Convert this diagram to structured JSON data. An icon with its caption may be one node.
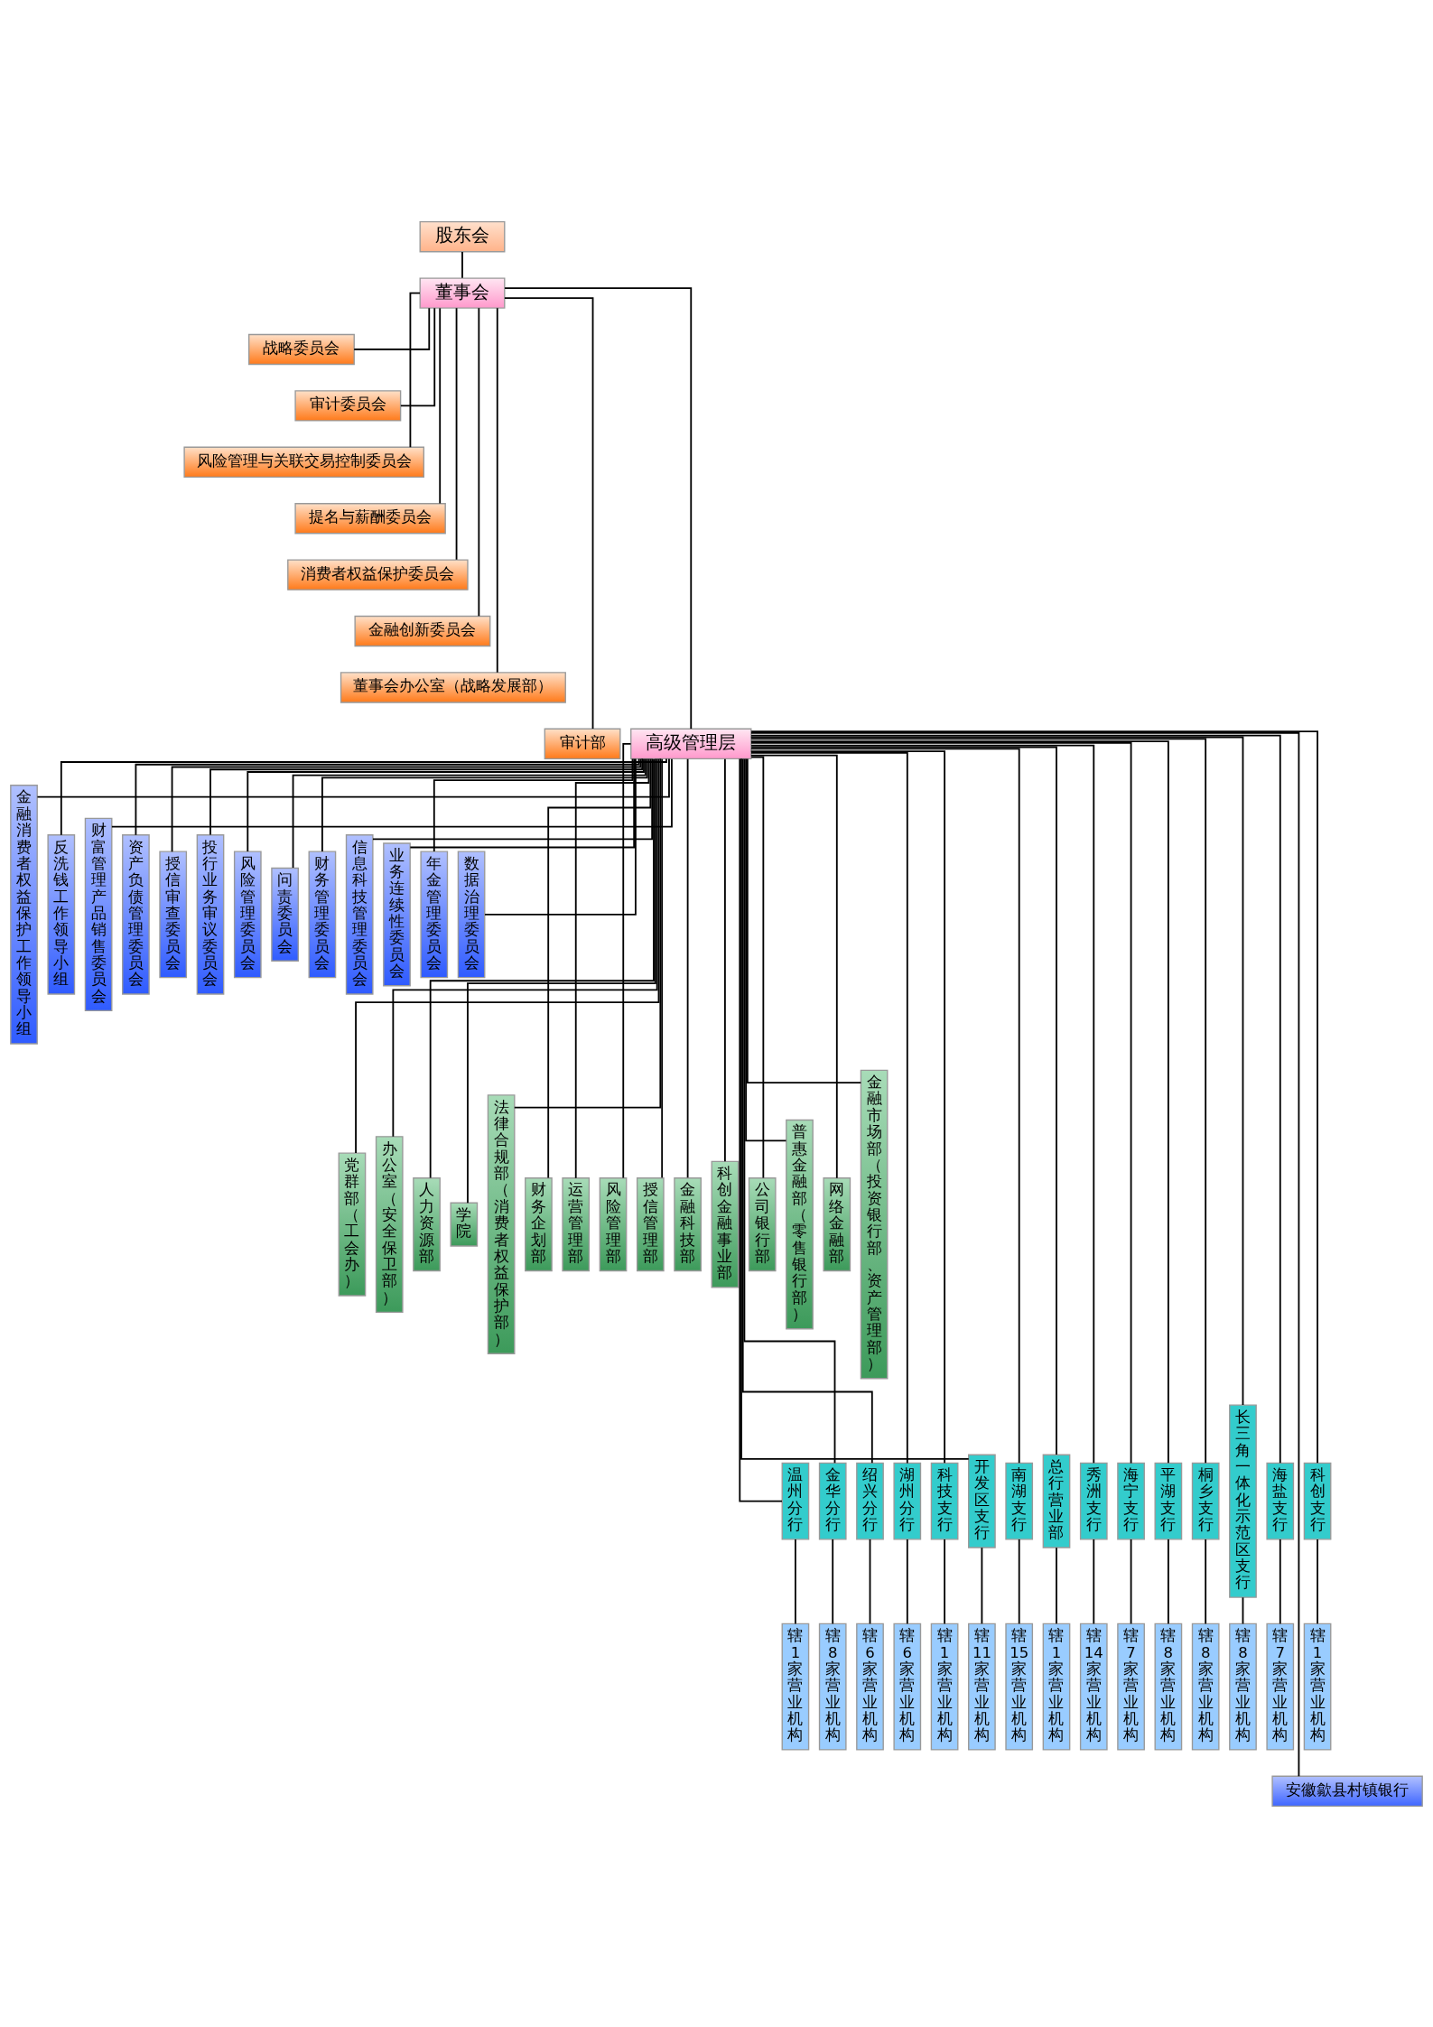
{
  "diagram": {
    "nodes": [
      {
        "text": [
          "股东会"
        ]
      },
      {
        "text": [
          "董事会"
        ]
      },
      {
        "text": [
          "战略委员会"
        ]
      },
      {
        "text": [
          "审计委员会"
        ]
      },
      {
        "text": [
          "风险管理与关联交易控制委员会"
        ]
      },
      {
        "text": [
          "提名与薪酬委员会"
        ]
      },
      {
        "text": [
          "消费者权益保护委员会"
        ]
      },
      {
        "text": [
          "金融创新委员会"
        ]
      },
      {
        "text": [
          "董事会办公室（战略发展部）"
        ]
      },
      {
        "text": [
          "审计部"
        ]
      },
      {
        "text": [
          "高级管理层"
        ]
      },
      {
        "text": [
          "金融消费者权益保护工作领导小组"
        ]
      },
      {
        "text": [
          "反洗钱工作领导小组"
        ]
      },
      {
        "text": [
          "财富管理产品销售委员会"
        ]
      },
      {
        "text": [
          "资产负债管理委员会"
        ]
      },
      {
        "text": [
          "授信审查委员会"
        ]
      },
      {
        "text": [
          "投行业务审议委员会"
        ]
      },
      {
        "text": [
          "风险管理委员会"
        ]
      },
      {
        "text": [
          "问责委员会"
        ]
      },
      {
        "text": [
          "财务管理委员会"
        ]
      },
      {
        "text": [
          "信息科技管理委员会"
        ]
      },
      {
        "text": [
          "业务连续性委员会"
        ]
      },
      {
        "text": [
          "年金管理委员会"
        ]
      },
      {
        "text": [
          "数据治理委员会"
        ]
      },
      {
        "text": [
          "党群部（工会办）"
        ]
      },
      {
        "text": [
          "办公室（安全保卫部）"
        ]
      },
      {
        "text": [
          "人力资源部"
        ]
      },
      {
        "text": [
          "学院"
        ]
      },
      {
        "text": [
          "法律合规部（消费者权益保护部）"
        ]
      },
      {
        "text": [
          "财务企划部"
        ]
      },
      {
        "text": [
          "运营管理部"
        ]
      },
      {
        "text": [
          "风险管理部"
        ]
      },
      {
        "text": [
          "授信管理部"
        ]
      },
      {
        "text": [
          "金融科技部"
        ]
      },
      {
        "text": [
          "科创金融事业部"
        ]
      },
      {
        "text": [
          "公司银行部"
        ]
      },
      {
        "text": [
          "普惠金融部（零售银行部）"
        ]
      },
      {
        "text": [
          "网络金融部"
        ]
      },
      {
        "text": [
          "金融市场部（投资银行部、资产管理部）"
        ]
      },
      {
        "text": [
          "温州分行"
        ]
      },
      {
        "text": [
          "金华分行"
        ]
      },
      {
        "text": [
          "绍兴分行"
        ]
      },
      {
        "text": [
          "湖州分行"
        ]
      },
      {
        "text": [
          "科技支行"
        ]
      },
      {
        "text": [
          "开发区支行"
        ]
      },
      {
        "text": [
          "南湖支行"
        ]
      },
      {
        "text": [
          "总行营业部"
        ]
      },
      {
        "text": [
          "秀洲支行"
        ]
      },
      {
        "text": [
          "海宁支行"
        ]
      },
      {
        "text": [
          "平湖支行"
        ]
      },
      {
        "text": [
          "桐乡支行"
        ]
      },
      {
        "text": [
          "长三角一体化示范区支行"
        ]
      },
      {
        "text": [
          "海盐支行"
        ]
      },
      {
        "text": [
          "科创支行"
        ]
      },
      {
        "text": [
          "辖1家营业机构"
        ]
      },
      {
        "text": [
          "辖8家营业机构"
        ]
      },
      {
        "text": [
          "辖6家营业机构"
        ]
      },
      {
        "text": [
          "辖6家营业机构"
        ]
      },
      {
        "text": [
          "辖1家营业机构"
        ]
      },
      {
        "text": [
          "辖11家营业机构"
        ]
      },
      {
        "text": [
          "辖15家营业机构"
        ]
      },
      {
        "text": [
          "辖1家营业机构"
        ]
      },
      {
        "text": [
          "辖14家营业机构"
        ]
      },
      {
        "text": [
          "辖7家营业机构"
        ]
      },
      {
        "text": [
          "辖8家营业机构"
        ]
      },
      {
        "text": [
          "辖8家营业机构"
        ]
      },
      {
        "text": [
          "辖8家营业机构"
        ]
      },
      {
        "text": [
          "辖7家营业机构"
        ]
      },
      {
        "text": [
          "辖1家营业机构"
        ]
      },
      {
        "text": [
          "安徽歙县村镇银行"
        ]
      }
    ],
    "edges": [
      {
        "from": 0,
        "to": 1,
        "arrow": "none"
      },
      {
        "from": 1,
        "to": 2,
        "arrow": "none"
      },
      {
        "from": 1,
        "to": 3,
        "arrow": "none"
      },
      {
        "from": 1,
        "to": 4,
        "arrow": "none"
      },
      {
        "from": 1,
        "to": 5,
        "arrow": "none"
      },
      {
        "from": 1,
        "to": 6,
        "arrow": "none"
      },
      {
        "from": 1,
        "to": 7,
        "arrow": "none"
      },
      {
        "from": 1,
        "to": 8,
        "arrow": "none"
      },
      {
        "from": 1,
        "to": 9,
        "arrow": "none"
      },
      {
        "from": 1,
        "to": 10,
        "arrow": "none"
      },
      {
        "from": 10,
        "to": 11,
        "arrow": "none"
      },
      {
        "from": 10,
        "to": 12,
        "arrow": "none"
      },
      {
        "from": 10,
        "to": 13,
        "arrow": "none"
      },
      {
        "from": 10,
        "to": 14,
        "arrow": "none"
      },
      {
        "from": 10,
        "to": 15,
        "arrow": "none"
      },
      {
        "from": 10,
        "to": 16,
        "arrow": "none"
      },
      {
        "from": 10,
        "to": 17,
        "arrow": "none"
      },
      {
        "from": 10,
        "to": 18,
        "arrow": "none"
      },
      {
        "from": 10,
        "to": 19,
        "arrow": "none"
      },
      {
        "from": 10,
        "to": 20,
        "arrow": "none"
      },
      {
        "from": 10,
        "to": 21,
        "arrow": "none"
      },
      {
        "from": 10,
        "to": 22,
        "arrow": "none"
      },
      {
        "from": 10,
        "to": 23,
        "arrow": "none"
      },
      {
        "from": 10,
        "to": 24,
        "arrow": "none"
      },
      {
        "from": 10,
        "to": 25,
        "arrow": "none"
      },
      {
        "from": 10,
        "to": 26,
        "arrow": "none"
      },
      {
        "from": 10,
        "to": 27,
        "arrow": "none"
      },
      {
        "from": 10,
        "to": 28,
        "arrow": "none"
      },
      {
        "from": 10,
        "to": 29,
        "arrow": "none"
      },
      {
        "from": 10,
        "to": 30,
        "arrow": "none"
      },
      {
        "from": 10,
        "to": 31,
        "arrow": "none"
      },
      {
        "from": 10,
        "to": 32,
        "arrow": "none"
      },
      {
        "from": 10,
        "to": 33,
        "arrow": "none"
      },
      {
        "from": 10,
        "to": 34,
        "arrow": "none"
      },
      {
        "from": 10,
        "to": 35,
        "arrow": "none"
      },
      {
        "from": 10,
        "to": 36,
        "arrow": "none"
      },
      {
        "from": 10,
        "to": 37,
        "arrow": "none"
      },
      {
        "from": 10,
        "to": 38,
        "arrow": "none"
      },
      {
        "from": 10,
        "to": 39,
        "arrow": "none"
      },
      {
        "from": 10,
        "to": 40,
        "arrow": "none"
      },
      {
        "from": 10,
        "to": 41,
        "arrow": "none"
      },
      {
        "from": 10,
        "to": 42,
        "arrow": "none"
      },
      {
        "from": 10,
        "to": 43,
        "arrow": "none"
      },
      {
        "from": 10,
        "to": 44,
        "arrow": "none"
      },
      {
        "from": 10,
        "to": 45,
        "arrow": "none"
      },
      {
        "from": 10,
        "to": 46,
        "arrow": "none"
      },
      {
        "from": 10,
        "to": 47,
        "arrow": "none"
      },
      {
        "from": 10,
        "to": 48,
        "arrow": "none"
      },
      {
        "from": 10,
        "to": 49,
        "arrow": "none"
      },
      {
        "from": 10,
        "to": 50,
        "arrow": "none"
      },
      {
        "from": 10,
        "to": 51,
        "arrow": "none"
      },
      {
        "from": 10,
        "to": 52,
        "arrow": "none"
      },
      {
        "from": 10,
        "to": 53,
        "arrow": "none"
      },
      {
        "from": 39,
        "to": 54,
        "arrow": "none"
      },
      {
        "from": 40,
        "to": 55,
        "arrow": "none"
      },
      {
        "from": 41,
        "to": 56,
        "arrow": "none"
      },
      {
        "from": 42,
        "to": 57,
        "arrow": "none"
      },
      {
        "from": 43,
        "to": 58,
        "arrow": "none"
      },
      {
        "from": 44,
        "to": 59,
        "arrow": "none"
      },
      {
        "from": 45,
        "to": 60,
        "arrow": "none"
      },
      {
        "from": 46,
        "to": 61,
        "arrow": "none"
      },
      {
        "from": 47,
        "to": 62,
        "arrow": "none"
      },
      {
        "from": 48,
        "to": 63,
        "arrow": "none"
      },
      {
        "from": 49,
        "to": 64,
        "arrow": "none"
      },
      {
        "from": 50,
        "to": 65,
        "arrow": "none"
      },
      {
        "from": 51,
        "to": 66,
        "arrow": "none"
      },
      {
        "from": 52,
        "to": 67,
        "arrow": "none"
      },
      {
        "from": 53,
        "to": 68,
        "arrow": "none"
      },
      {
        "from": 10,
        "to": 69,
        "arrow": "none"
      }
    ]
  }
}
